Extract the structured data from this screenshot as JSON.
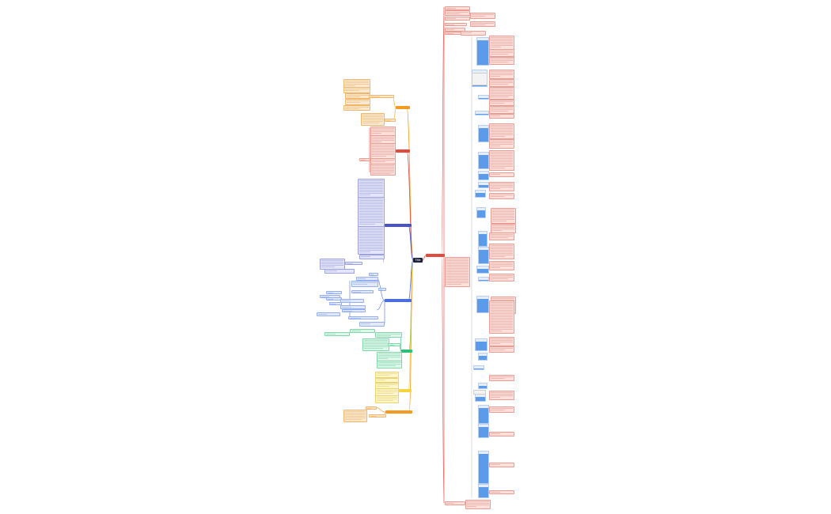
{
  "root": {
    "label": "Title"
  },
  "branches": [
    {
      "id": "orange-1",
      "color": "#f59a23",
      "label": ""
    },
    {
      "id": "red-1",
      "color": "#e04a3f",
      "label": ""
    },
    {
      "id": "indigo-1",
      "color": "#4a52c7",
      "label": ""
    },
    {
      "id": "blue-1",
      "color": "#4a6ee0",
      "label": ""
    },
    {
      "id": "green-1",
      "color": "#2fbf7a",
      "label": ""
    },
    {
      "id": "yellow-1",
      "color": "#f7d43b",
      "label": ""
    },
    {
      "id": "orange-2",
      "color": "#f59a23",
      "label": ""
    },
    {
      "id": "red-main",
      "color": "#e04a3f",
      "label": ""
    }
  ],
  "palette": {
    "orange": "#fde9d2",
    "red": "#fbe0dc",
    "indigo": "#e6e6fb",
    "blue": "#e3e9fb",
    "green": "#dff6ea",
    "yellow": "#fdf6d0",
    "image": "#5b9bea"
  }
}
